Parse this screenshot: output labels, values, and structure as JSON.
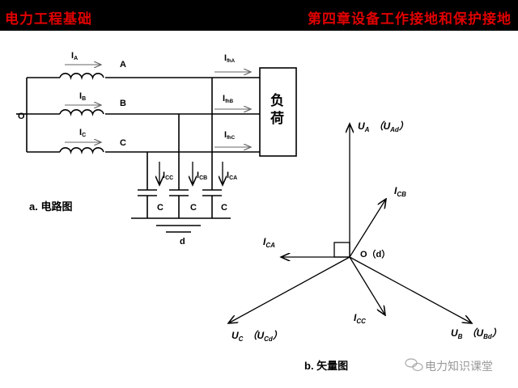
{
  "header": {
    "left_title": "电力工程基础",
    "right_title": "第四章设备工作接地和保护接地"
  },
  "circuit": {
    "node_o": "O",
    "phases": [
      {
        "label": "A",
        "current": "I",
        "sub": "A",
        "load_current": "I",
        "load_sub": "fhA"
      },
      {
        "label": "B",
        "current": "I",
        "sub": "B",
        "load_current": "I",
        "load_sub": "fhB"
      },
      {
        "label": "C",
        "current": "I",
        "sub": "C",
        "load_current": "I",
        "load_sub": "fhC"
      }
    ],
    "load_label_1": "负",
    "load_label_2": "荷",
    "cap_currents": [
      {
        "main": "I",
        "sub": "CC"
      },
      {
        "main": "I",
        "sub": "CB"
      },
      {
        "main": "I",
        "sub": "CA"
      }
    ],
    "cap_label": "C",
    "ground_label": "d",
    "caption": "a. 电路图"
  },
  "vector": {
    "ua": {
      "main": "U",
      "sub": "A",
      "paren_main": "U",
      "paren_sub": "Ad"
    },
    "ub": {
      "main": "U",
      "sub": "B",
      "paren_main": "U",
      "paren_sub": "Bd"
    },
    "uc": {
      "main": "U",
      "sub": "C",
      "paren_main": "U",
      "paren_sub": "Cd"
    },
    "icb": {
      "main": "I",
      "sub": "CB"
    },
    "ica": {
      "main": "I",
      "sub": "CA"
    },
    "icc": {
      "main": "I",
      "sub": "CC"
    },
    "origin": "O（d）",
    "caption": "b. 矢量图"
  },
  "watermark": "电力知识课堂"
}
